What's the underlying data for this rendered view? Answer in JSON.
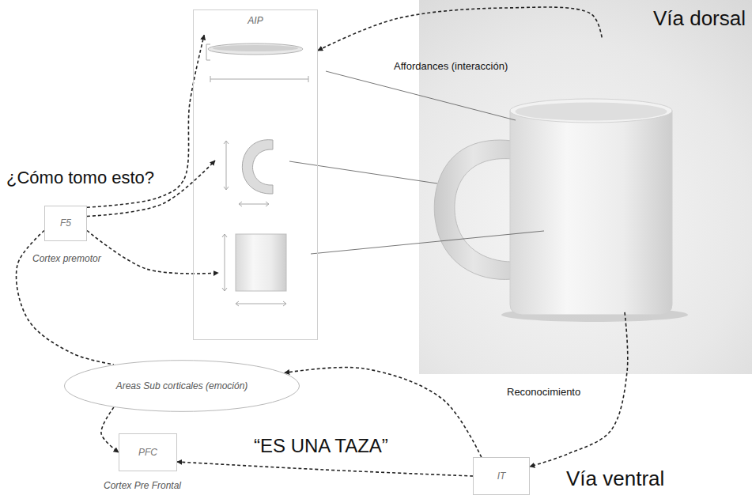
{
  "diagram": {
    "nodes": [
      {
        "text": [
          "AIP"
        ]
      },
      {
        "text": [
          "Vía dorsal"
        ]
      },
      {
        "text": [
          "F5",
          "Cortex premotor"
        ]
      },
      {
        "text": [
          "Areas Sub corticales (emoción)"
        ]
      },
      {
        "text": [
          "PFC",
          "Cortex Pre Frontal"
        ]
      },
      {
        "text": [
          "IT"
        ]
      }
    ],
    "edges": [
      {
        "from": 1,
        "to": 0,
        "arrow": "to"
      },
      {
        "from": 2,
        "to": 0,
        "arrow": "to"
      },
      {
        "from": 2,
        "to": 0,
        "arrow": "to"
      },
      {
        "from": 2,
        "to": 0,
        "arrow": "to"
      },
      {
        "from": 2,
        "to": 3,
        "arrow": "none"
      },
      {
        "from": 5,
        "to": 3,
        "arrow": "to"
      },
      {
        "from": 3,
        "to": 4,
        "arrow": "to"
      },
      {
        "from": 5,
        "to": 4,
        "arrow": "to",
        "label": "“ES UNA TAZA”"
      },
      {
        "from": 1,
        "to": 5,
        "arrow": "to",
        "label": "Reconocimiento"
      }
    ],
    "labels": [
      "Affordances (interacción)",
      "¿Cómo tomo esto?",
      "Vía ventral"
    ]
  }
}
